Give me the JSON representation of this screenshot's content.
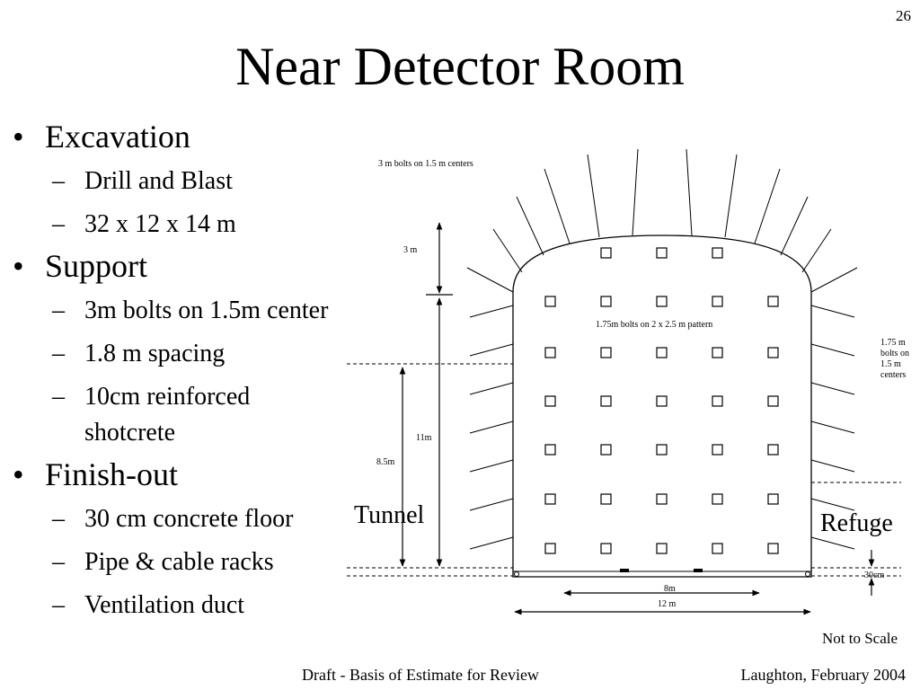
{
  "slide": {
    "number": "26",
    "title": "Near Detector Room",
    "footer_center": "Draft - Basis of Estimate for Review",
    "footer_right": "Laughton, February 2004"
  },
  "outline": [
    {
      "text": "Excavation",
      "subitems": [
        "Drill and Blast",
        "32 x 12 x 14 m"
      ]
    },
    {
      "text": "Support",
      "subitems": [
        "3m bolts on 1.5m center",
        "1.8 m spacing",
        "10cm reinforced shotcrete"
      ]
    },
    {
      "text": "Finish-out",
      "subitems": [
        "30 cm concrete floor",
        "Pipe & cable racks",
        "Ventilation duct"
      ]
    }
  ],
  "diagram": {
    "roof_bolts_label": "3 m bolts on 1.5 m centers",
    "wall_bolts_pattern_label": "1.75m bolts on 2 x 2.5 m pattern",
    "side_bolts_label": [
      "1.75 m",
      "bolts on",
      "1.5 m",
      "centers"
    ],
    "dim_3m": "3 m",
    "dim_11m": "11m",
    "dim_8_5m": "8.5m",
    "dim_8m": "8m",
    "dim_12m": "12 m",
    "dim_30cm": "30cm",
    "tunnel_label": "Tunnel",
    "refuge_label": "Refuge",
    "not_to_scale": "Not to Scale"
  }
}
